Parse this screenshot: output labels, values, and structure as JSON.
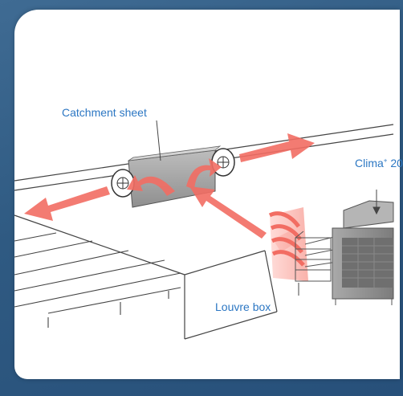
{
  "labels": {
    "catchment": "Catchment sheet",
    "clima_main": "Clima",
    "clima_sup": "+",
    "clima_num": "20",
    "louvre": "Louvre box"
  },
  "colors": {
    "background": "#2f5a82",
    "panel": "#ffffff",
    "label": "#2c77c3",
    "arrow": "#f26d63",
    "line": "#444444",
    "unit": "#8e8e8e"
  }
}
